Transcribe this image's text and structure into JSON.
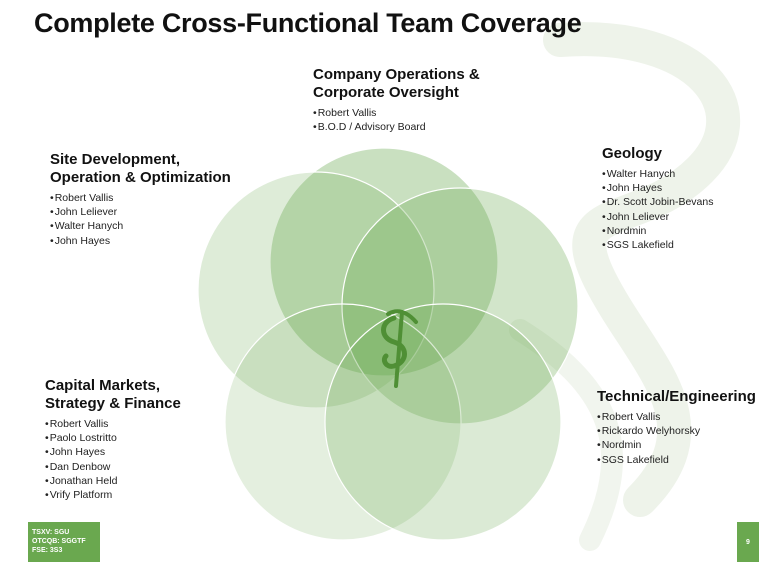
{
  "title": "Complete Cross-Functional Team Coverage",
  "colors": {
    "circle_fill": "#6aa84f",
    "badge": "#6aa84f",
    "logo_green": "#4f8f35",
    "watermark": "#eef3ea"
  },
  "groups": [
    {
      "title_lines": [
        "Company Operations &",
        "Corporate Oversight"
      ],
      "members": [
        "Robert Vallis",
        "B.O.D / Advisory Board"
      ]
    },
    {
      "title_lines": [
        "Geology"
      ],
      "members": [
        "Walter Hanych",
        "John Hayes",
        "Dr. Scott Jobin-Bevans",
        "John Leliever",
        "Nordmin",
        "SGS Lakefield"
      ]
    },
    {
      "title_lines": [
        "Site Development,",
        "Operation & Optimization"
      ],
      "members": [
        "Robert Vallis",
        "John Leliever",
        "Walter Hanych",
        "John Hayes"
      ]
    },
    {
      "title_lines": [
        "Capital Markets,",
        "Strategy & Finance"
      ],
      "members": [
        "Robert Vallis",
        "Paolo Lostritto",
        "John Hayes",
        "Dan Denbow",
        "Jonathan Held",
        "Vrify Platform"
      ]
    },
    {
      "title_lines": [
        "Technical/Engineering"
      ],
      "members": [
        "Robert Vallis",
        "Rickardo Welyhorsky",
        "Nordmin",
        "SGS Lakefield"
      ]
    }
  ],
  "footer": {
    "ticker_lines": [
      "TSXV: SGU",
      "OTCQB: SGGTF",
      "FSE: 3S3"
    ],
    "page_number": "9"
  }
}
